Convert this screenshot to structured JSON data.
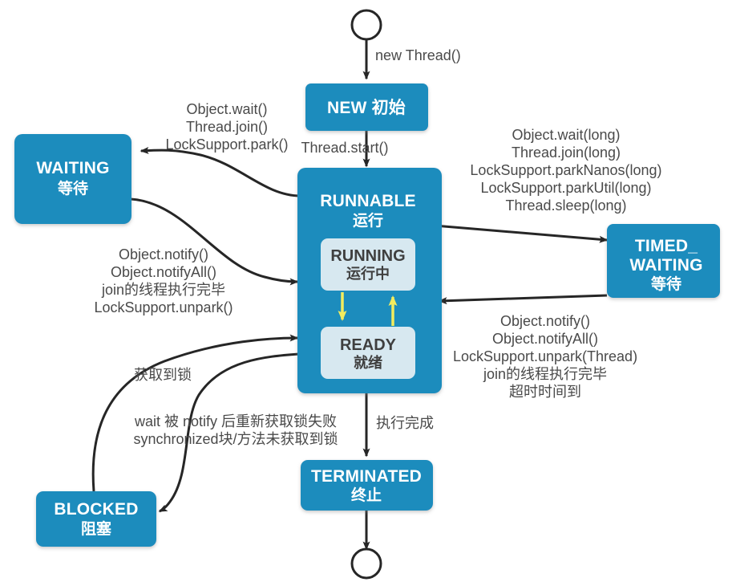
{
  "diagram": {
    "title": "Java Thread State Transition Diagram",
    "colors": {
      "state_blue": "#1f8cbd",
      "inner_light_blue": "#d7e8f0",
      "arrow_dark": "#262626",
      "yellow_arrow": "#f3ec5e",
      "label_gray": "#4a4a4a",
      "background": "#ffffff"
    },
    "states": [
      {
        "id": "new",
        "label_en": "NEW",
        "label_cn": "初始",
        "combined": "NEW 初始"
      },
      {
        "id": "runnable",
        "label_en": "RUNNABLE",
        "label_cn": "运行"
      },
      {
        "id": "running",
        "label_en": "RUNNING",
        "label_cn": "运行中"
      },
      {
        "id": "ready",
        "label_en": "READY",
        "label_cn": "就绪"
      },
      {
        "id": "waiting",
        "label_en": "WAITING",
        "label_cn": "等待"
      },
      {
        "id": "timed_waiting",
        "label_en_line1": "TIMED_",
        "label_en_line2": "WAITING",
        "label_cn": "等待"
      },
      {
        "id": "blocked",
        "label_en": "BLOCKED",
        "label_cn": "阻塞"
      },
      {
        "id": "terminated",
        "label_en": "TERMINATED",
        "label_cn": "终止"
      }
    ],
    "edge_labels": {
      "start_to_new": "new Thread()",
      "new_to_runnable": "Thread.start()",
      "runnable_to_waiting": [
        "Object.wait()",
        "Thread.join()",
        "LockSupport.park()"
      ],
      "waiting_to_runnable": [
        "Object.notify()",
        "Object.notifyAll()",
        "join的线程执行完毕",
        "LockSupport.unpark()"
      ],
      "runnable_to_timed_waiting": [
        "Object.wait(long)",
        "Thread.join(long)",
        "LockSupport.parkNanos(long)",
        "LockSupport.parkUtil(long)",
        "Thread.sleep(long)"
      ],
      "timed_waiting_to_runnable": [
        "Object.notify()",
        "Object.notifyAll()",
        "LockSupport.unpark(Thread)",
        "join的线程执行完毕",
        "超时时间到"
      ],
      "blocked_to_runnable": "获取到锁",
      "runnable_to_blocked": [
        "wait 被 notify 后重新获取锁失败",
        "synchronized块/方法未获取到锁"
      ],
      "runnable_to_terminated": "执行完成"
    },
    "terminals": {
      "start_node": "start-node",
      "end_node": "end-node"
    }
  }
}
